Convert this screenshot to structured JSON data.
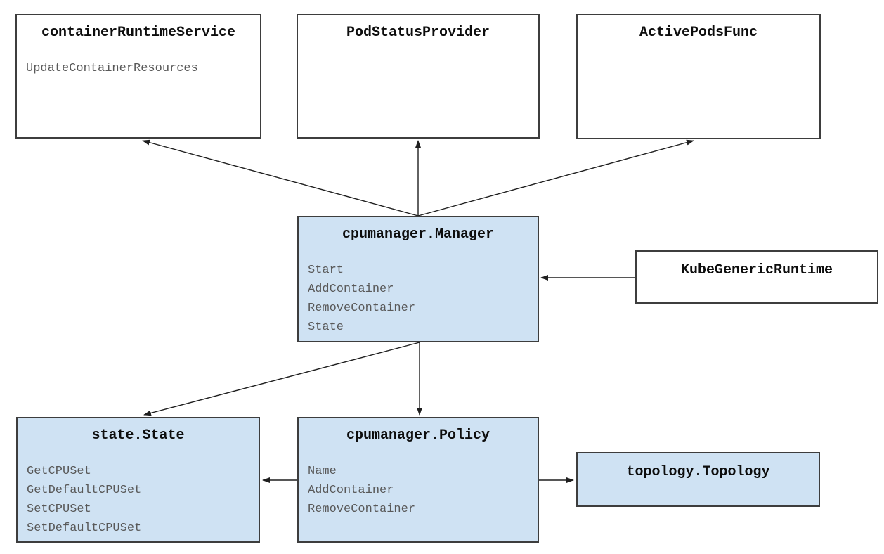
{
  "diagram": {
    "boxes": {
      "container_runtime_service": {
        "title": "containerRuntimeService",
        "methods": [
          "UpdateContainerResources"
        ]
      },
      "pod_status_provider": {
        "title": "PodStatusProvider",
        "methods": []
      },
      "active_pods_func": {
        "title": "ActivePodsFunc",
        "methods": []
      },
      "cpumanager_manager": {
        "title": "cpumanager.Manager",
        "methods": [
          "Start",
          "AddContainer",
          "RemoveContainer",
          "State"
        ]
      },
      "kube_generic_runtime": {
        "title": "KubeGenericRuntime",
        "methods": []
      },
      "state_state": {
        "title": "state.State",
        "methods": [
          "GetCPUSet",
          "GetDefaultCPUSet",
          "SetCPUSet",
          "SetDefaultCPUSet"
        ]
      },
      "cpumanager_policy": {
        "title": "cpumanager.Policy",
        "methods": [
          "Name",
          "AddContainer",
          "RemoveContainer"
        ]
      },
      "topology_topology": {
        "title": "topology.Topology",
        "methods": []
      }
    },
    "edges": [
      {
        "from": "cpumanager.Manager",
        "to": "containerRuntimeService"
      },
      {
        "from": "cpumanager.Manager",
        "to": "PodStatusProvider"
      },
      {
        "from": "cpumanager.Manager",
        "to": "ActivePodsFunc"
      },
      {
        "from": "KubeGenericRuntime",
        "to": "cpumanager.Manager"
      },
      {
        "from": "cpumanager.Manager",
        "to": "cpumanager.Policy"
      },
      {
        "from": "cpumanager.Manager",
        "to": "state.State"
      },
      {
        "from": "cpumanager.Policy",
        "to": "state.State"
      },
      {
        "from": "cpumanager.Policy",
        "to": "topology.Topology"
      }
    ],
    "colors": {
      "highlight_box_fill": "#cfe2f3",
      "plain_box_fill": "#ffffff",
      "box_border": "#3d3d3d",
      "title_text": "#0d0d0d",
      "method_text": "#595959",
      "arrow": "#1f1f1f"
    }
  }
}
